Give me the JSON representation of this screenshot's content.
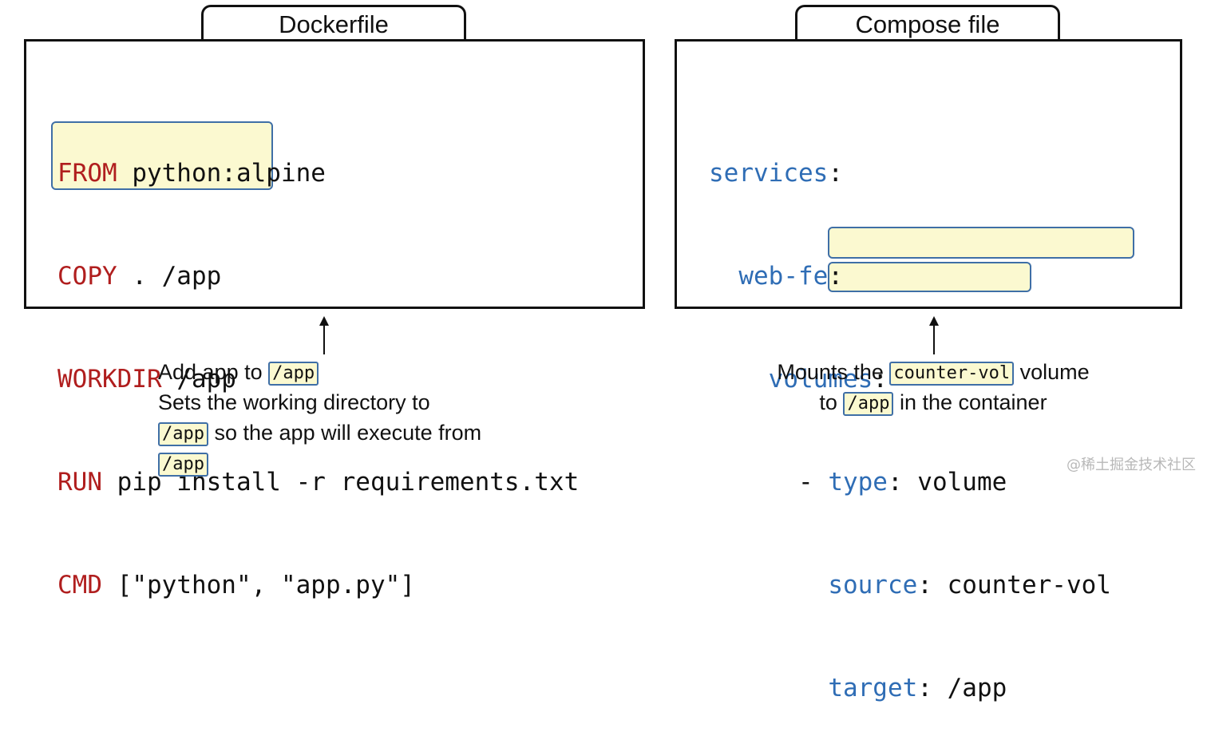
{
  "dockerfile": {
    "title": "Dockerfile",
    "lines": [
      {
        "keyword": "FROM",
        "rest": " python:alpine"
      },
      {
        "keyword": "COPY",
        "rest": " . /app"
      },
      {
        "keyword": "WORKDIR",
        "rest": " /app"
      },
      {
        "keyword": "RUN",
        "rest": " pip install -r requirements.txt"
      },
      {
        "keyword": "CMD",
        "rest": " [\"python\", \"app.py\"]"
      }
    ],
    "caption": {
      "line1_prefix": "Add app to ",
      "line1_chip": "/app",
      "line2": "Sets the working directory to",
      "line3_chip": "/app",
      "line3_suffix": " so the app will execute from",
      "line4_chip": "/app"
    }
  },
  "compose": {
    "title": "Compose file",
    "lines": {
      "services_key": "services",
      "web_key": "web-fe",
      "volumes_key": "volumes",
      "dash": "- ",
      "type_key": "type",
      "type_value": " volume",
      "source_key": "source",
      "source_value": " counter-vol",
      "target_key": "target",
      "target_value": " /app",
      "colon": ":"
    },
    "caption": {
      "line1_prefix": "Mounts the ",
      "line1_chip": "counter-vol",
      "line1_suffix": " volume",
      "line2_prefix": "to ",
      "line2_chip": "/app",
      "line2_suffix": " in the container"
    }
  },
  "watermark": "@稀土掘金技术社区",
  "colors": {
    "keyword": "#b01e1e",
    "yaml_key": "#2f6db5",
    "highlight_fill": "#fbf9d0",
    "highlight_border": "#3f6fa6"
  }
}
